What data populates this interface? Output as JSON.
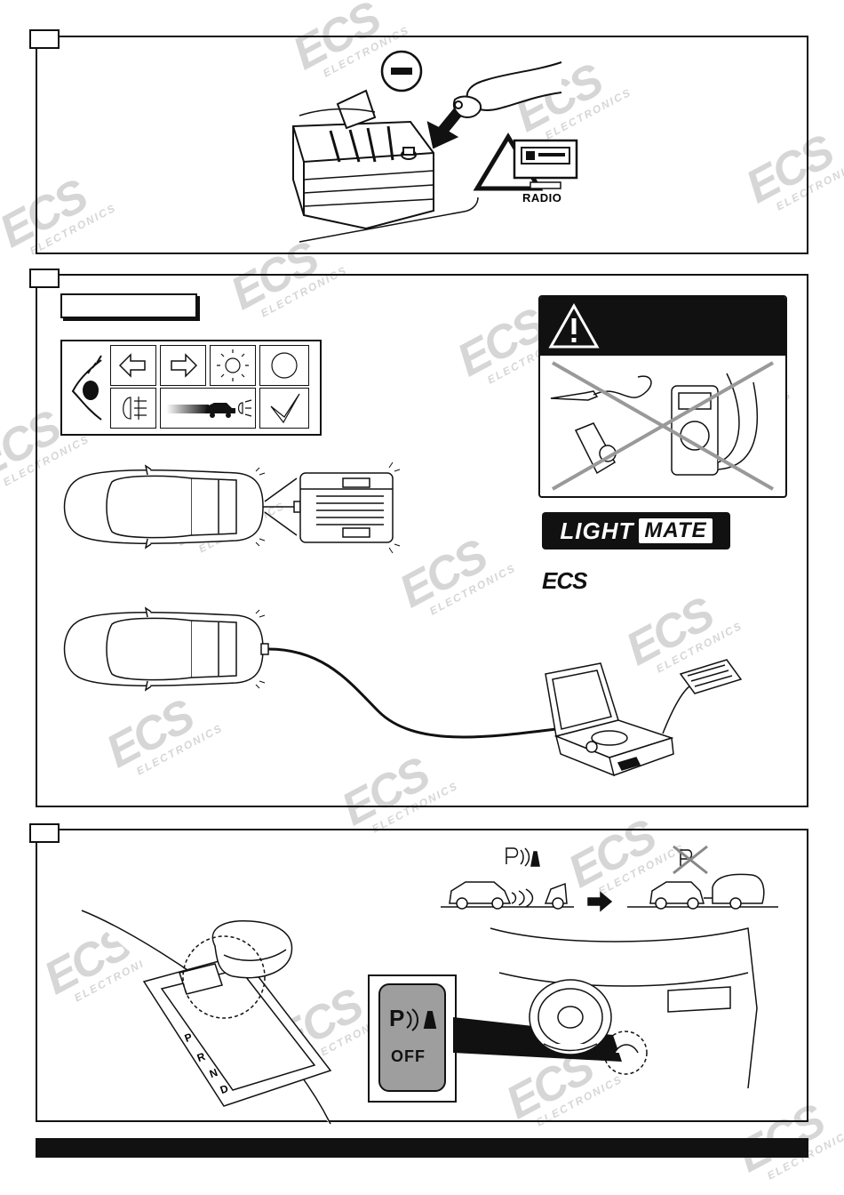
{
  "panel1": {
    "radio_label": "RADIO"
  },
  "panel2": {
    "lightmate_left": "LIGHT",
    "lightmate_right": "MATE",
    "ecs_logo": "ECS"
  },
  "panel3": {
    "off_label": "OFF",
    "p_label": "P",
    "gear_letters": [
      "P",
      "R",
      "N",
      "D"
    ]
  },
  "watermark": {
    "brand": "ECS",
    "sub": "ELECTRONICS"
  },
  "colors": {
    "ink": "#111111",
    "watermark": "#d6d6d6",
    "button_grey": "#9e9e9e"
  }
}
